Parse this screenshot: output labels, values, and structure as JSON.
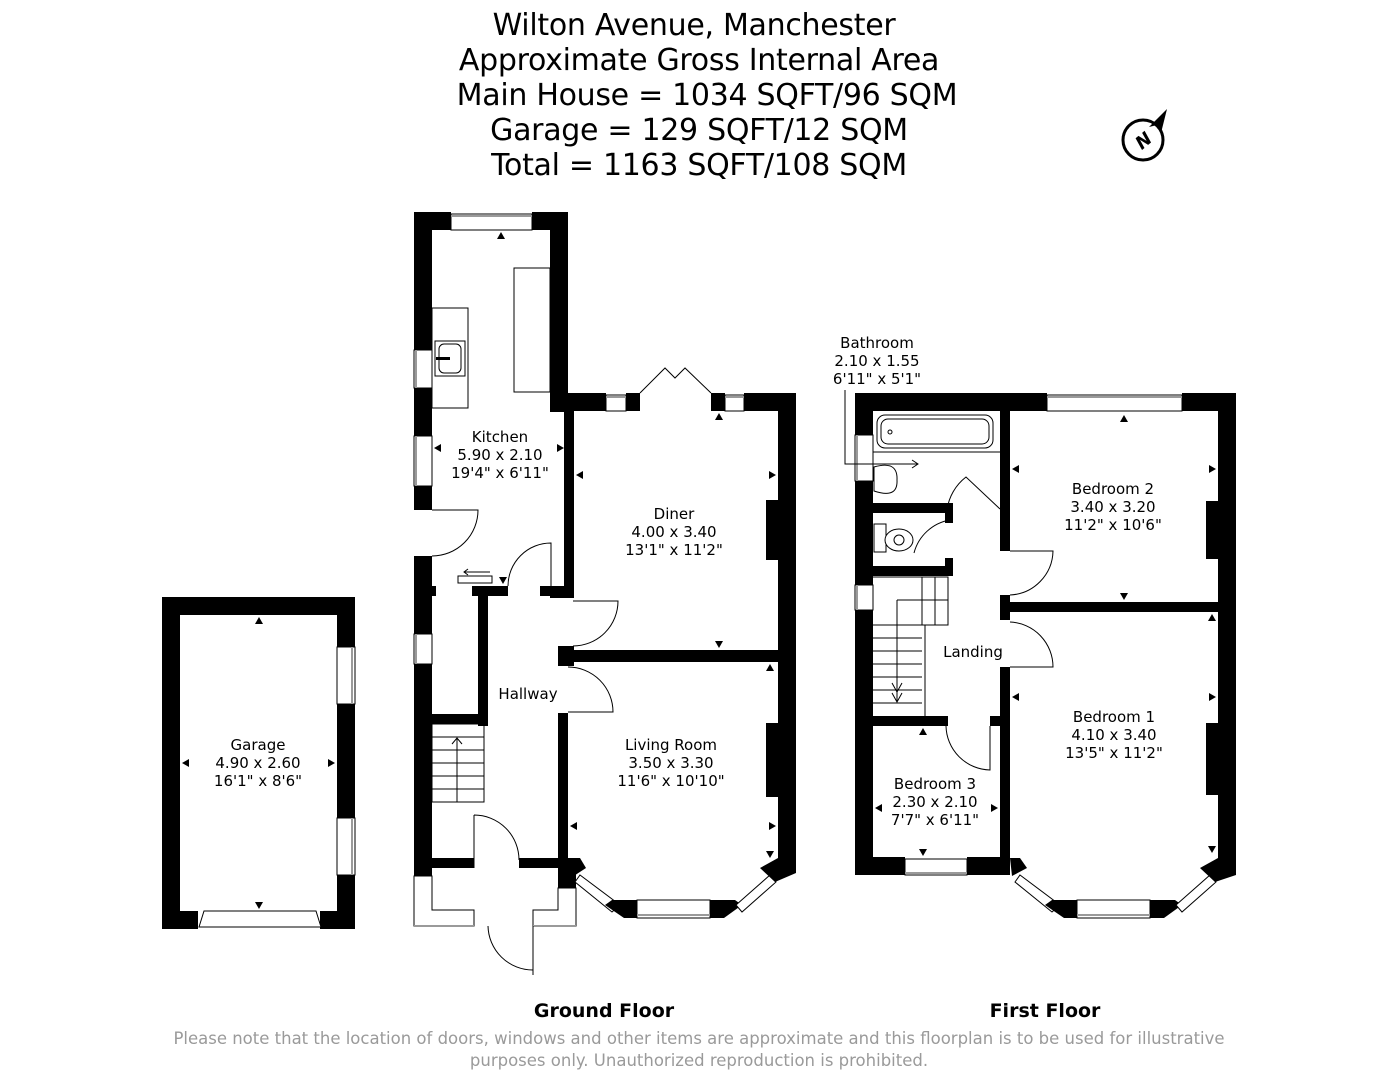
{
  "header": {
    "address": "Wilton Avenue, Manchester",
    "subtitle": "Approximate Gross Internal Area",
    "main_house": "Main House = 1034 SQFT/96 SQM",
    "garage": "Garage = 129 SQFT/12 SQM",
    "total": "Total = 1163 SQFT/108 SQM"
  },
  "compass": {
    "icon": "north-compass-icon",
    "letter": "N"
  },
  "ground_floor": {
    "title": "Ground Floor",
    "rooms": [
      {
        "name": "Kitchen",
        "metric": "5.90 x 2.10",
        "imperial": "19'4\" x 6'11\""
      },
      {
        "name": "Diner",
        "metric": "4.00 x 3.40",
        "imperial": "13'1\" x 11'2\""
      },
      {
        "name": "Hallway"
      },
      {
        "name": "Living Room",
        "metric": "3.50 x 3.30",
        "imperial": "11'6\" x 10'10\""
      }
    ]
  },
  "garage": {
    "name": "Garage",
    "metric": "4.90 x 2.60",
    "imperial": "16'1\" x 8'6\""
  },
  "first_floor": {
    "title": "First Floor",
    "rooms": [
      {
        "name": "Bathroom",
        "metric": "2.10 x 1.55",
        "imperial": "6'11\" x 5'1\""
      },
      {
        "name": "Bedroom 2",
        "metric": "3.40 x 3.20",
        "imperial": "11'2\" x 10'6\""
      },
      {
        "name": "Landing"
      },
      {
        "name": "Bedroom 1",
        "metric": "4.10 x 3.40",
        "imperial": "13'5\" x 11'2\""
      },
      {
        "name": "Bedroom 3",
        "metric": "2.30 x 2.10",
        "imperial": "7'7\" x 6'11\""
      }
    ]
  },
  "disclaimer": {
    "line1": "Please note that the location of doors, windows and other items are approximate and this floorplan is to be used for illustrative",
    "line2": "purposes only. Unauthorized reproduction is prohibited."
  },
  "colors": {
    "wall": "#000000",
    "window": "#9a9a9a",
    "disclaimer": "#9a9a9a",
    "background": "#ffffff"
  }
}
